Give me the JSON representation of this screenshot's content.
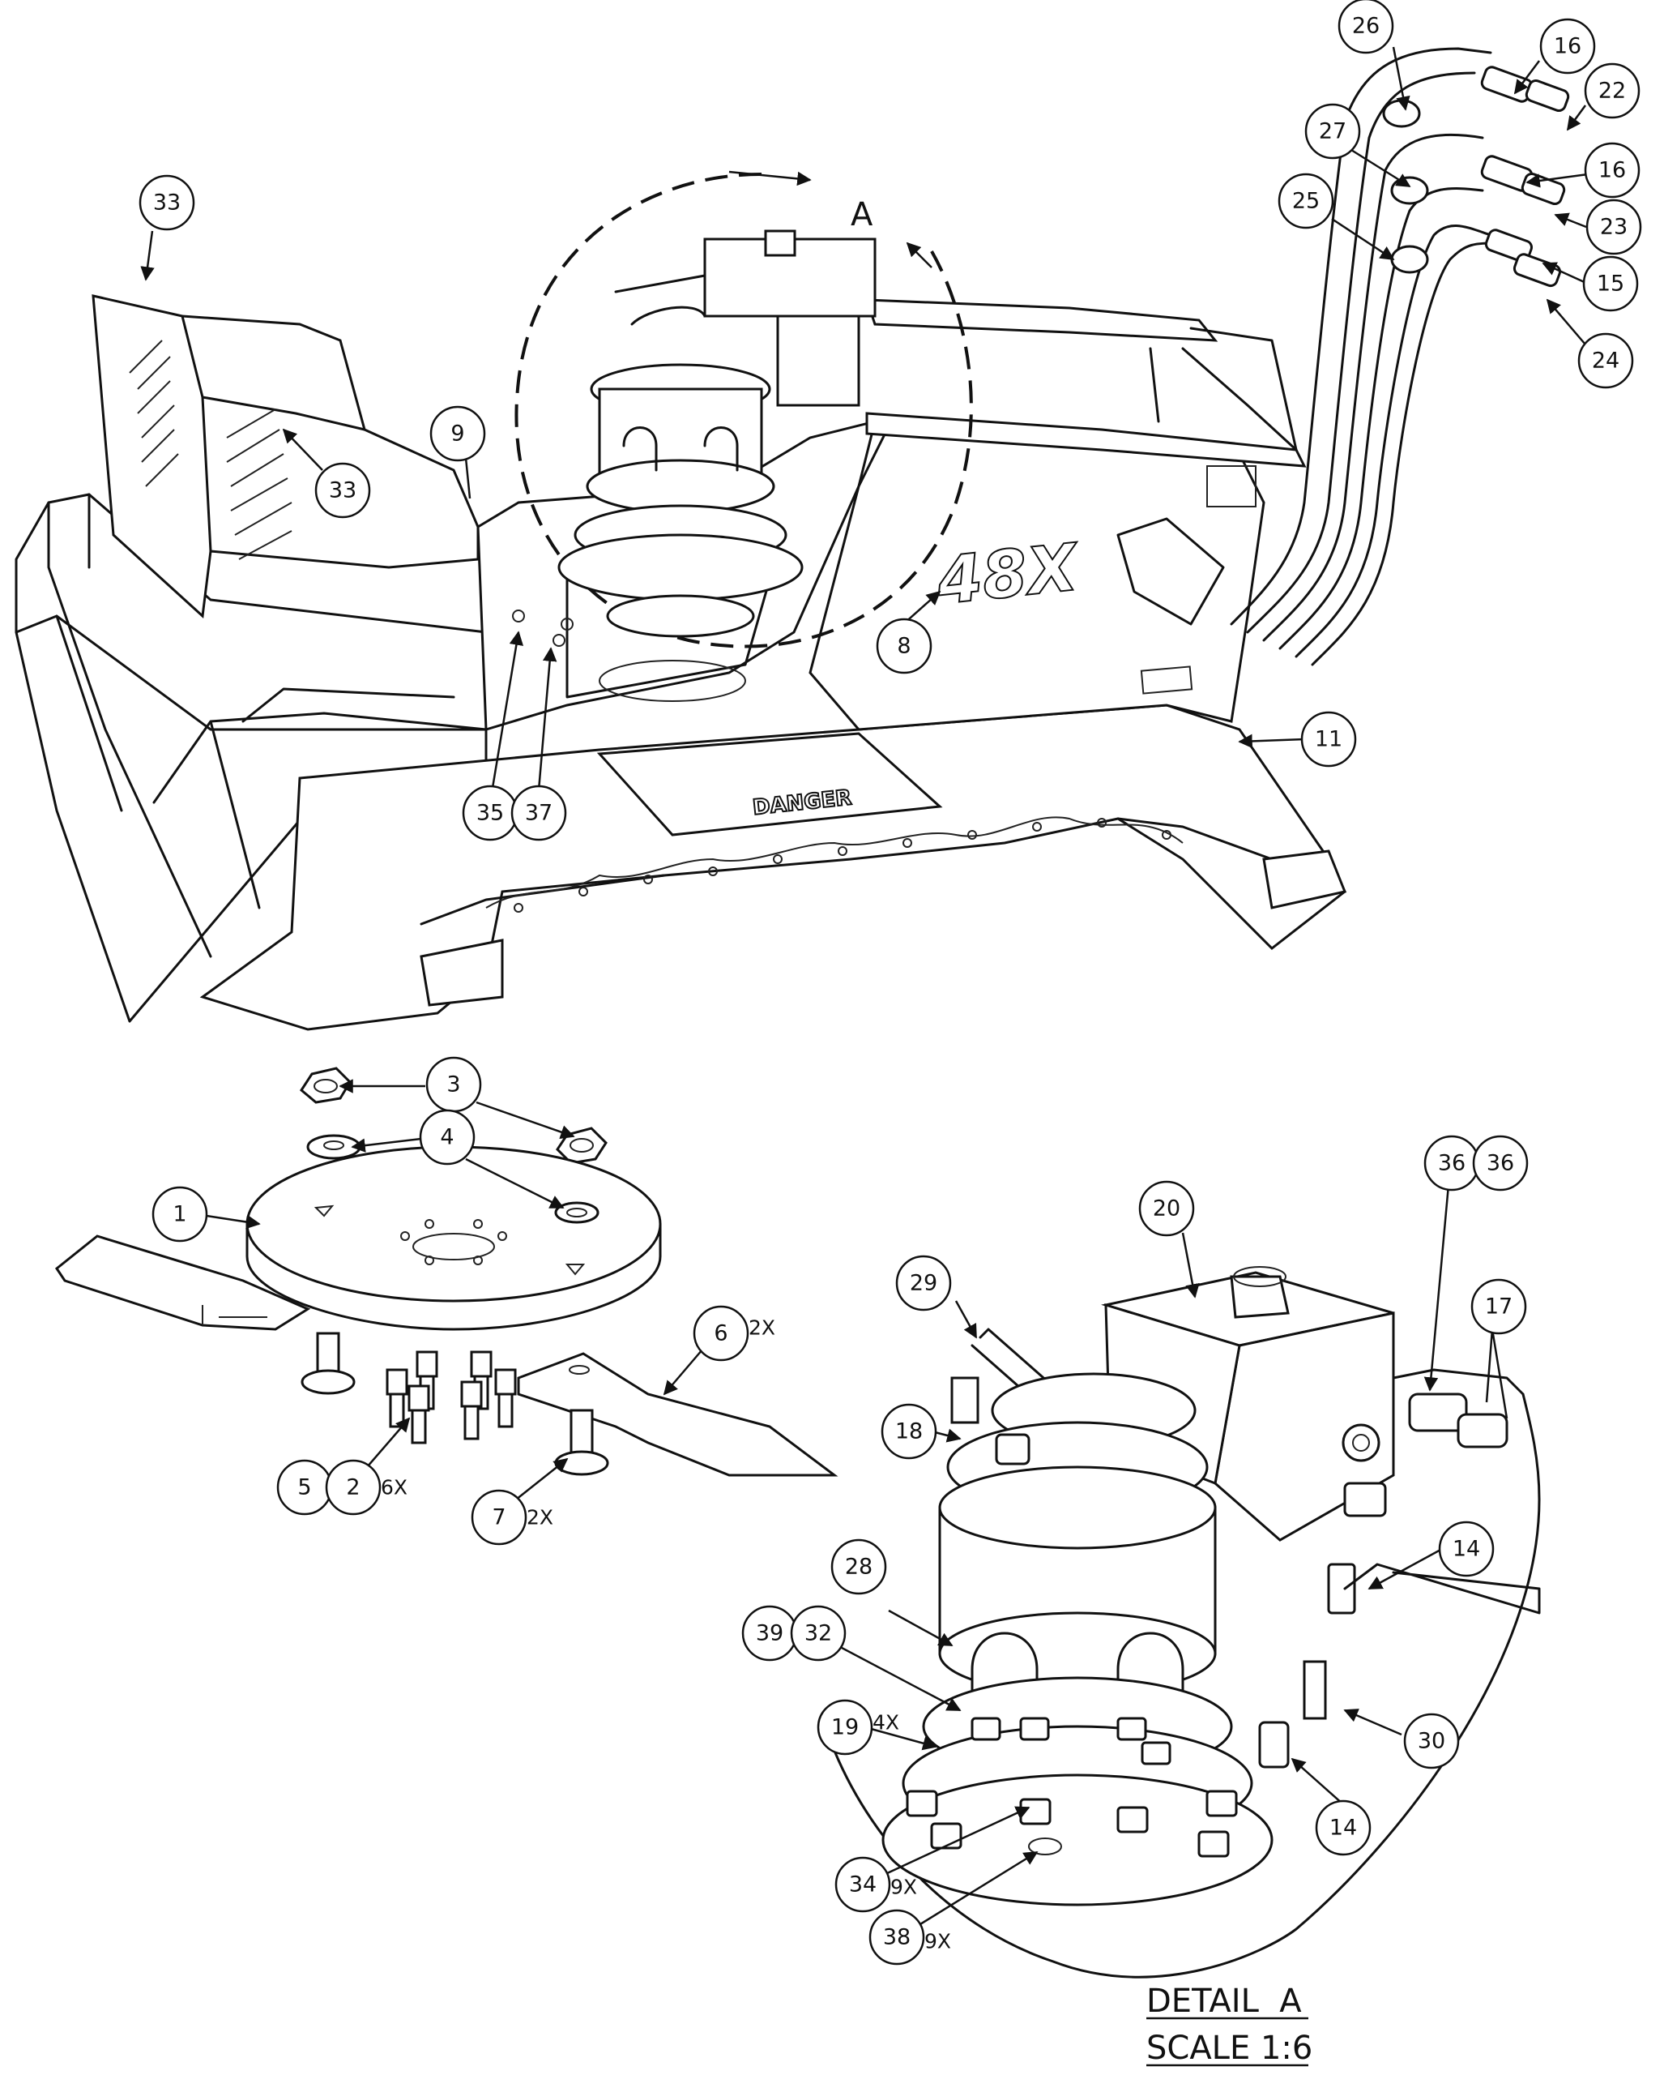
{
  "detail_marker": "A",
  "caption": {
    "line1": "DETAIL  A",
    "line2": "SCALE 1:6"
  },
  "decals": {
    "model": "48X",
    "warning": "DANGER"
  },
  "balloons": [
    {
      "id": "b26",
      "label": "26"
    },
    {
      "id": "b16a",
      "label": "16"
    },
    {
      "id": "b22",
      "label": "22"
    },
    {
      "id": "b27",
      "label": "27"
    },
    {
      "id": "b16b",
      "label": "16"
    },
    {
      "id": "b23",
      "label": "23"
    },
    {
      "id": "b25",
      "label": "25"
    },
    {
      "id": "b15",
      "label": "15"
    },
    {
      "id": "b24",
      "label": "24"
    },
    {
      "id": "b33a",
      "label": "33"
    },
    {
      "id": "b33b",
      "label": "33"
    },
    {
      "id": "b9",
      "label": "9"
    },
    {
      "id": "b8",
      "label": "8"
    },
    {
      "id": "b11",
      "label": "11"
    },
    {
      "id": "b35",
      "label": "35"
    },
    {
      "id": "b37",
      "label": "37"
    },
    {
      "id": "b3",
      "label": "3"
    },
    {
      "id": "b4",
      "label": "4"
    },
    {
      "id": "b1",
      "label": "1"
    },
    {
      "id": "b6",
      "label": "6",
      "qty": "2X"
    },
    {
      "id": "b5",
      "label": "5"
    },
    {
      "id": "b2",
      "label": "2",
      "qty": "6X"
    },
    {
      "id": "b7",
      "label": "7",
      "qty": "2X"
    },
    {
      "id": "b20",
      "label": "20"
    },
    {
      "id": "b36a",
      "label": "36"
    },
    {
      "id": "b36b",
      "label": "36"
    },
    {
      "id": "b29",
      "label": "29"
    },
    {
      "id": "b17",
      "label": "17"
    },
    {
      "id": "b18",
      "label": "18"
    },
    {
      "id": "b14a",
      "label": "14"
    },
    {
      "id": "b28",
      "label": "28"
    },
    {
      "id": "b39",
      "label": "39"
    },
    {
      "id": "b32",
      "label": "32"
    },
    {
      "id": "b19",
      "label": "19",
      "qty": "4X"
    },
    {
      "id": "b30",
      "label": "30"
    },
    {
      "id": "b14b",
      "label": "14"
    },
    {
      "id": "b34",
      "label": "34",
      "qty": "9X"
    },
    {
      "id": "b38",
      "label": "38",
      "qty": "9X"
    }
  ]
}
